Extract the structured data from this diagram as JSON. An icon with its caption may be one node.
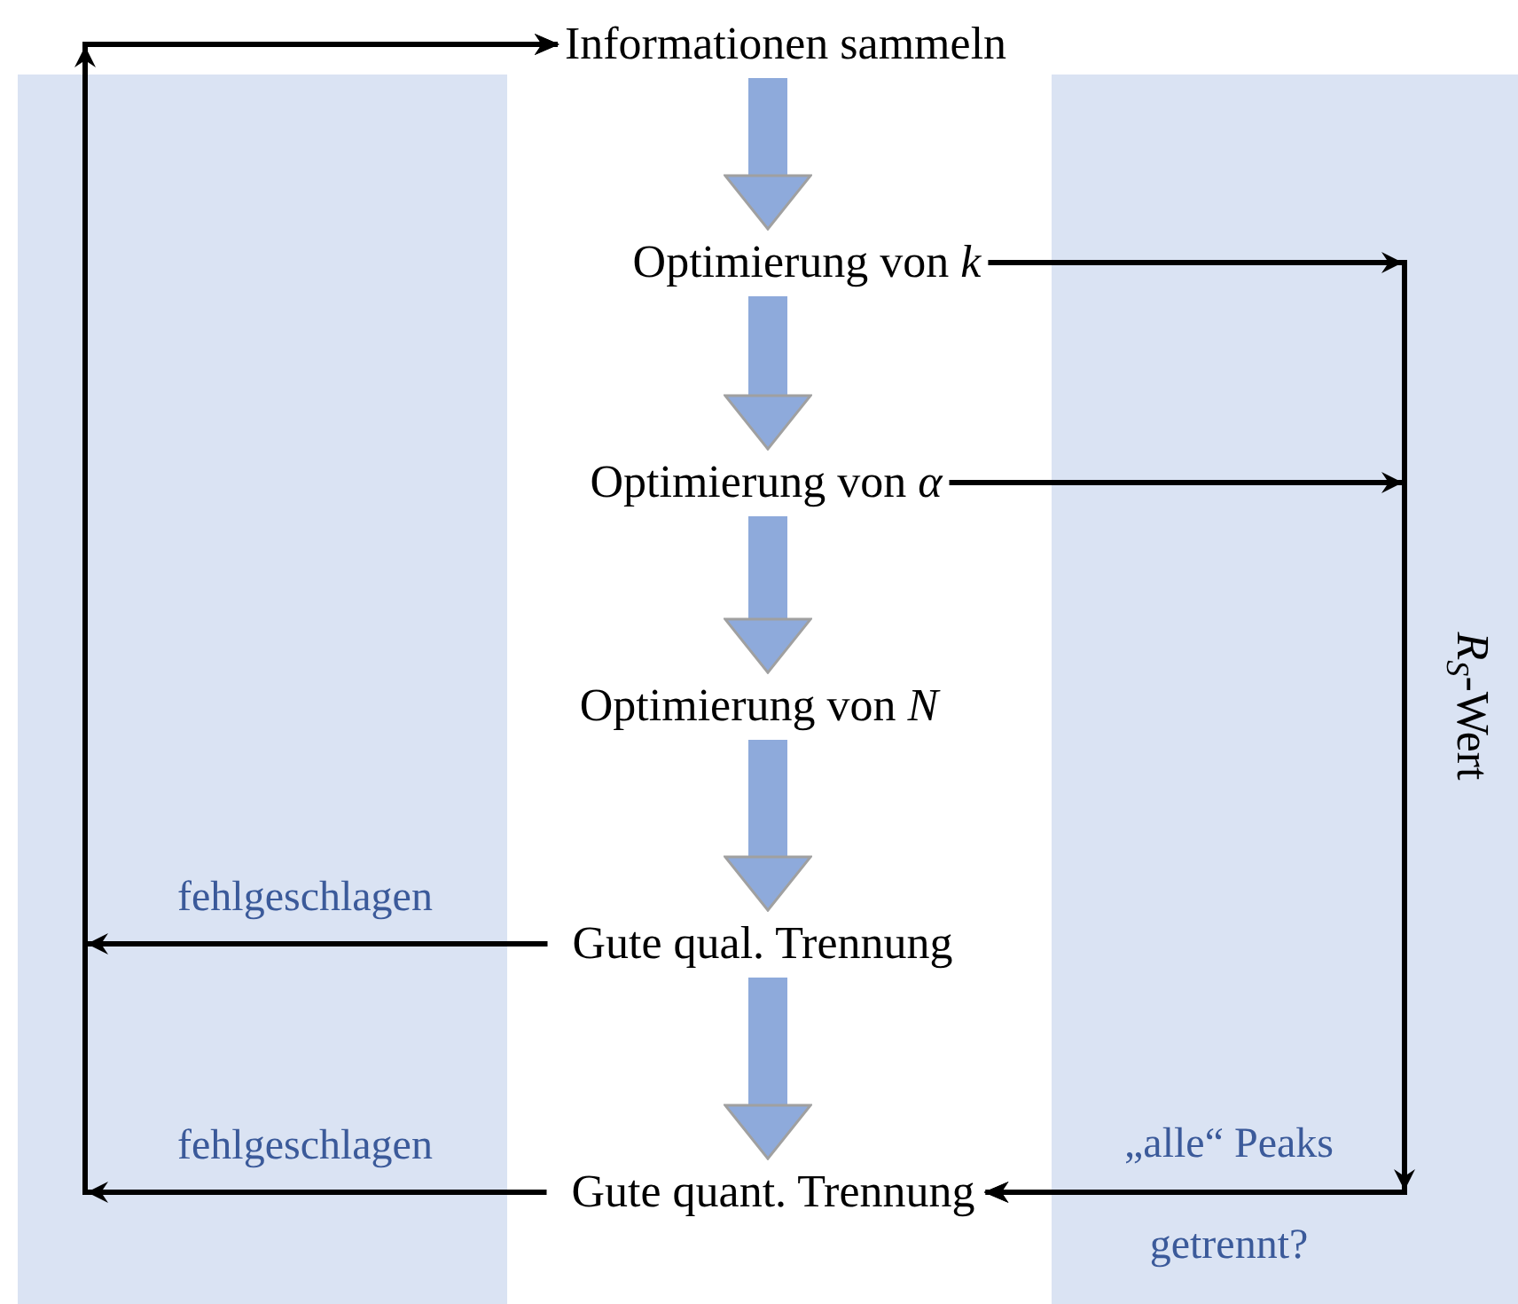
{
  "diagram": {
    "nodes": [
      {
        "text": [
          "Informationen sammeln"
        ]
      },
      {
        "text": [
          "Optimierung von *k*"
        ]
      },
      {
        "text": [
          "Optimierung von *α*"
        ]
      },
      {
        "text": [
          "Optimierung von *N*"
        ]
      },
      {
        "text": [
          "Gute qual. Trennung"
        ]
      },
      {
        "text": [
          "Gute quant. Trennung"
        ]
      }
    ],
    "edges": [
      {
        "from": 0,
        "to": 1,
        "arrow": "to"
      },
      {
        "from": 1,
        "to": 2,
        "arrow": "to"
      },
      {
        "from": 2,
        "to": 3,
        "arrow": "to"
      },
      {
        "from": 3,
        "to": 4,
        "arrow": "to"
      },
      {
        "from": 4,
        "to": 5,
        "arrow": "to"
      },
      {
        "from": 4,
        "to": 0,
        "arrow": "to",
        "label": "fehlgeschlagen",
        "color": "#000000"
      },
      {
        "from": 5,
        "to": 0,
        "arrow": "to",
        "label": "fehlgeschlagen",
        "color": "#000000"
      },
      {
        "from": 1,
        "to": 5,
        "arrow": "to",
        "color": "#000000"
      },
      {
        "from": 2,
        "to": 5,
        "arrow": "to",
        "color": "#000000"
      }
    ],
    "labels": [
      "*R*$_{S}$-Wert",
      "„alle“ Peaks",
      "getrennt?"
    ]
  }
}
